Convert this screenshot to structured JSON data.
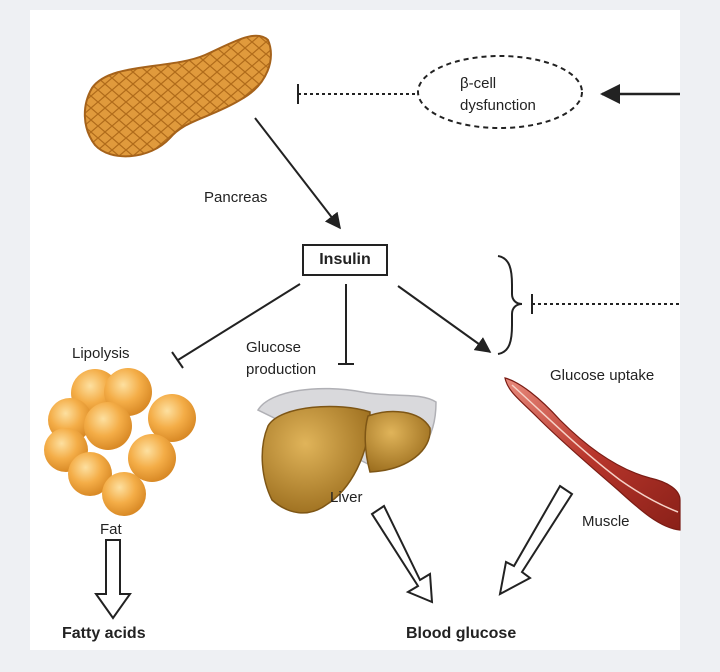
{
  "labels": {
    "beta_cell": "β-cell",
    "dysfunction": "dysfunction",
    "pancreas": "Pancreas",
    "insulin": "Insulin",
    "lipolysis": "Lipolysis",
    "glucose": "Glucose",
    "production": "production",
    "glucose_uptake": "Glucose uptake",
    "liver": "Liver",
    "fat": "Fat",
    "muscle": "Muscle",
    "fatty_acids": "Fatty acids",
    "blood_glucose": "Blood glucose"
  },
  "colors": {
    "pancreas": "#d9902f",
    "fat": "#f0a43a",
    "liver": "#b8862a",
    "muscle": "#b5362e",
    "line": "#222222"
  },
  "icons": [
    "pancreas-icon",
    "fat-cells-icon",
    "liver-icon",
    "muscle-icon"
  ]
}
